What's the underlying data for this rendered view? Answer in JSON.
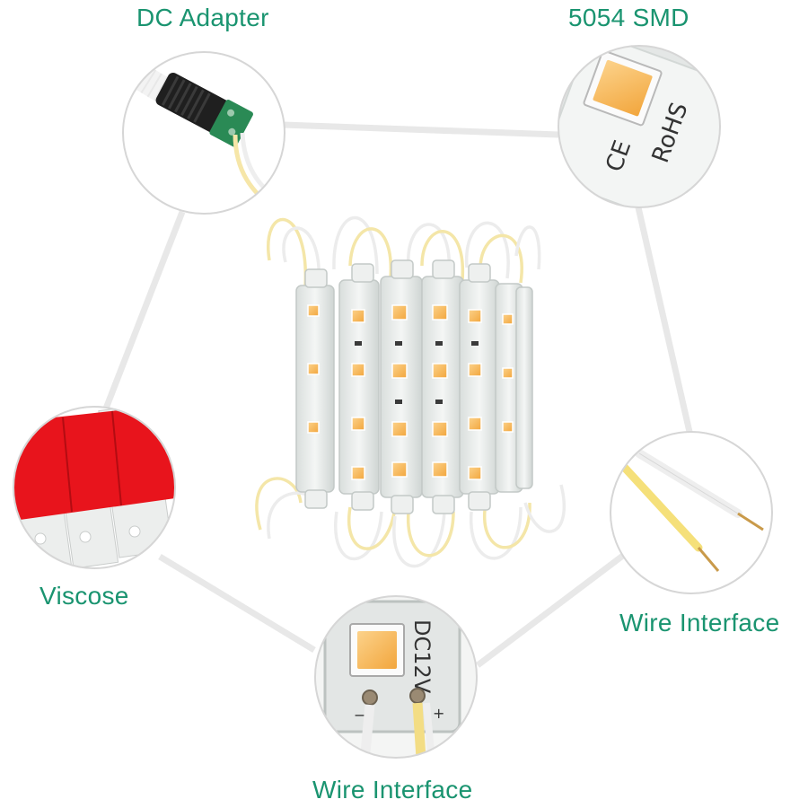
{
  "labels": {
    "dc_adapter": "DC Adapter",
    "smd": "5054 SMD",
    "viscose": "Viscose",
    "wire_interface_right": "Wire Interface",
    "wire_interface_bottom": "Wire Interface"
  },
  "printed_marks": {
    "rohs": "RoHS",
    "ce": "CE",
    "voltage": "DC12V",
    "minus": "−",
    "plus": "+"
  },
  "colors": {
    "label_text": "#1a9470",
    "connector_lines": "#e6e6e6",
    "circle_border": "#d4d4d4",
    "led_chip": "#f7b955",
    "module_body": "#ecefee",
    "viscose_red": "#e8141c"
  },
  "icons": [
    "dc-adapter-photo",
    "smd-chip-photo",
    "viscose-tape-photo",
    "wire-photo",
    "module-terminal-photo",
    "led-module-cluster-photo"
  ]
}
